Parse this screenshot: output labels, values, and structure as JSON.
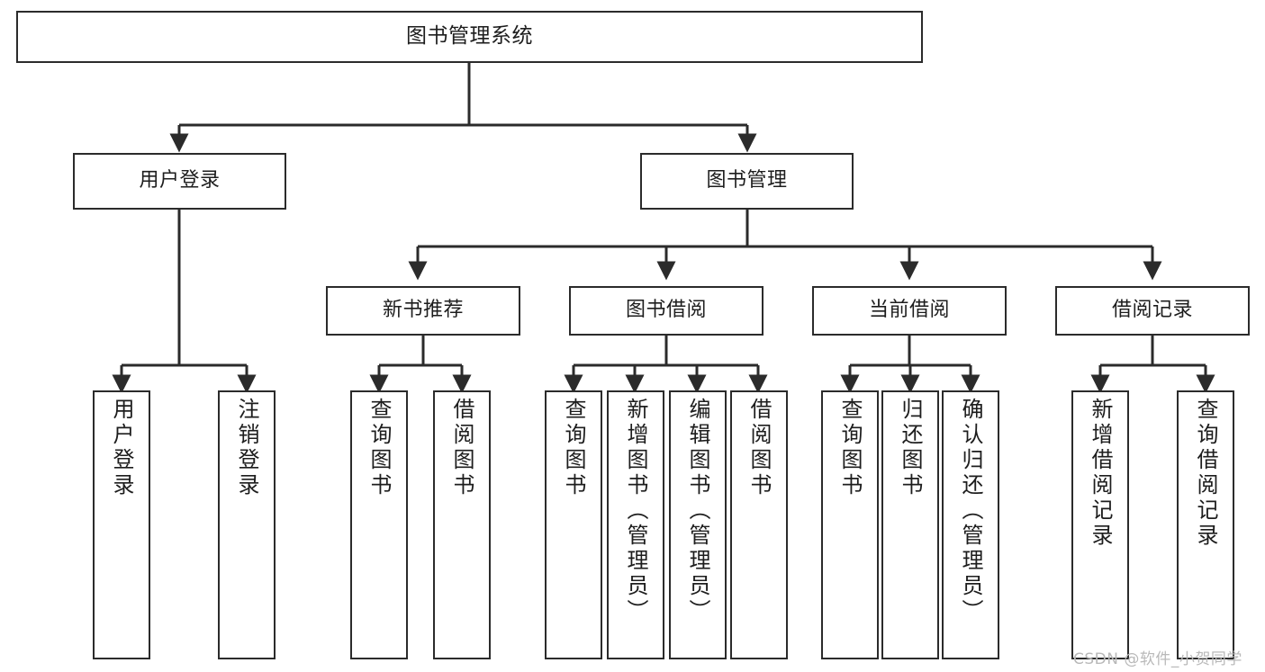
{
  "diagram": {
    "title": "图书管理系统",
    "type": "tree-hierarchy-diagram",
    "root": {
      "label": "图书管理系统"
    },
    "level2": [
      {
        "label": "用户登录"
      },
      {
        "label": "图书管理"
      }
    ],
    "level3": [
      {
        "label": "新书推荐"
      },
      {
        "label": "图书借阅"
      },
      {
        "label": "当前借阅"
      },
      {
        "label": "借阅记录"
      }
    ],
    "leaves": {
      "user_login": [
        {
          "label": "用户登录"
        },
        {
          "label": "注销登录"
        }
      ],
      "new_book_recommend": [
        {
          "label": "查询图书"
        },
        {
          "label": "借阅图书"
        }
      ],
      "book_borrow": [
        {
          "label": "查询图书"
        },
        {
          "label": "新增图书（管理员）"
        },
        {
          "label": "编辑图书（管理员）"
        },
        {
          "label": "借阅图书"
        }
      ],
      "current_borrow": [
        {
          "label": "查询图书"
        },
        {
          "label": "归还图书"
        },
        {
          "label": "确认归还（管理员）"
        }
      ],
      "borrow_record": [
        {
          "label": "新增借阅记录"
        },
        {
          "label": "查询借阅记录"
        }
      ]
    }
  },
  "watermark": {
    "text": "CSDN @软件_小贺同学"
  },
  "colors": {
    "border": "#2b2b2b",
    "text": "#1d1d1d",
    "background": "#ffffff",
    "watermark": "#b9b9b9"
  }
}
